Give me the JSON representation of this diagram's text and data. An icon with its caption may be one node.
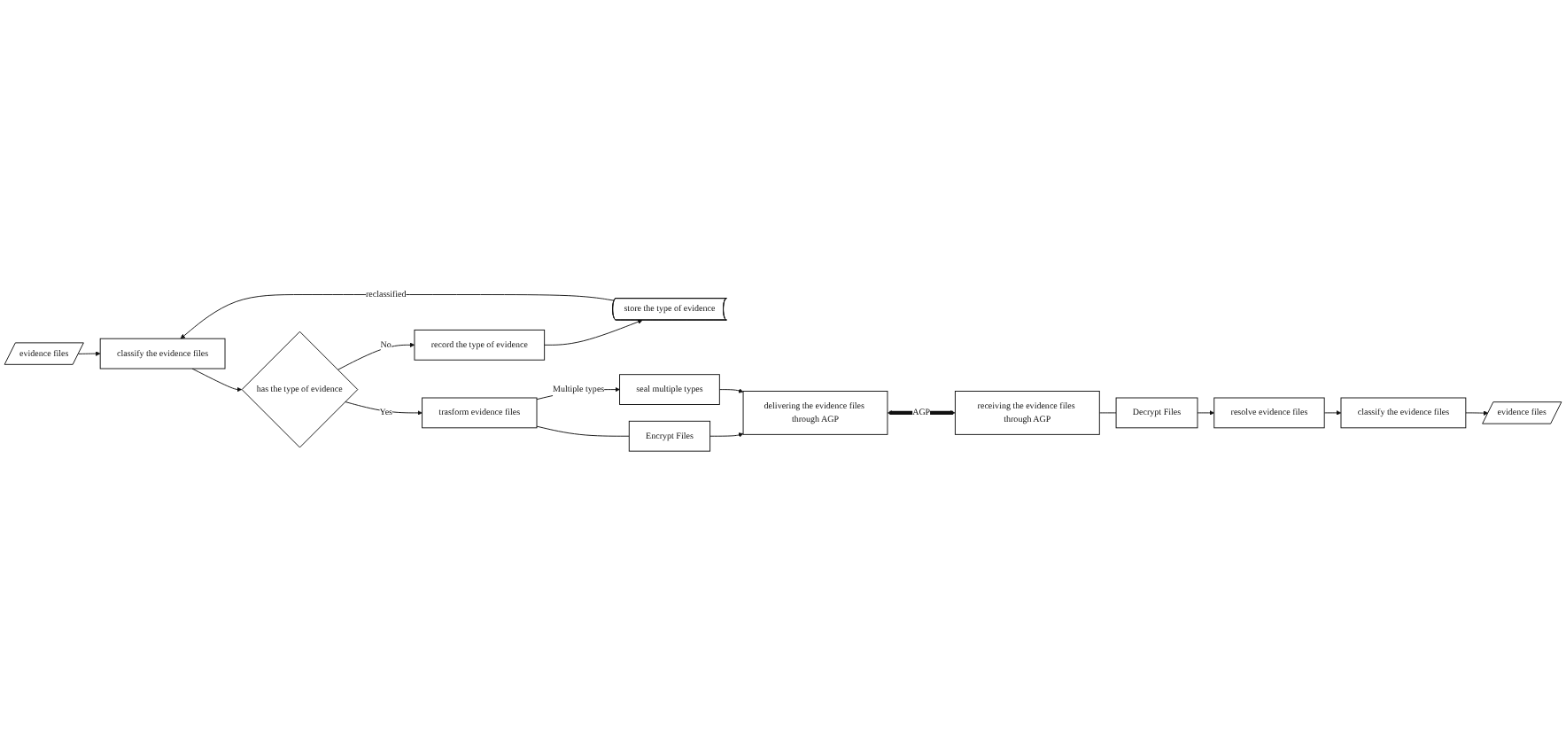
{
  "diagram": {
    "nodes": [
      {
        "text": [
          "evidence files"
        ]
      },
      {
        "text": [
          "classify the evidence files"
        ]
      },
      {
        "text": [
          "resolve evidence files"
        ]
      },
      {
        "text": [
          "Decrypt Files"
        ]
      },
      {
        "text": [
          "receiving the evidence files through AGP"
        ]
      },
      {
        "text": [
          "evidence files"
        ]
      },
      {
        "text": [
          "classify the evidence files"
        ]
      },
      {
        "text": [
          "has the type of evidence"
        ]
      },
      {
        "text": [
          "store the type of evidence"
        ]
      },
      {
        "text": [
          "record the type of evidence"
        ]
      },
      {
        "text": [
          "trasform evidence files"
        ]
      },
      {
        "text": [
          "Encrypt Files"
        ]
      },
      {
        "text": [
          "seal multiple types"
        ]
      },
      {
        "text": [
          "delivering the evidence files through AGP"
        ]
      }
    ],
    "edges": [
      {
        "from": 1,
        "to": 0,
        "arrow": "to"
      },
      {
        "from": 2,
        "to": 1,
        "arrow": "to"
      },
      {
        "from": 3,
        "to": 2,
        "arrow": "to"
      },
      {
        "from": 4,
        "to": 3,
        "arrow": "none"
      },
      {
        "from": 13,
        "to": 4,
        "arrow": "both",
        "label": "AGP",
        "style": "thick"
      },
      {
        "from": 5,
        "to": 6,
        "arrow": "to"
      },
      {
        "from": 6,
        "to": 7,
        "arrow": "to"
      },
      {
        "from": 7,
        "to": 9,
        "arrow": "to",
        "label": "No"
      },
      {
        "from": 9,
        "to": 8,
        "arrow": "to"
      },
      {
        "from": 8,
        "to": 6,
        "arrow": "to",
        "label": "reclassified"
      },
      {
        "from": 7,
        "to": 10,
        "arrow": "to",
        "label": "Yes"
      },
      {
        "from": 10,
        "to": 12,
        "arrow": "to",
        "label": "Multiple types"
      },
      {
        "from": 10,
        "to": 11,
        "arrow": "none"
      },
      {
        "from": 11,
        "to": 13,
        "arrow": "to"
      },
      {
        "from": 12,
        "to": 13,
        "arrow": "to"
      }
    ]
  }
}
